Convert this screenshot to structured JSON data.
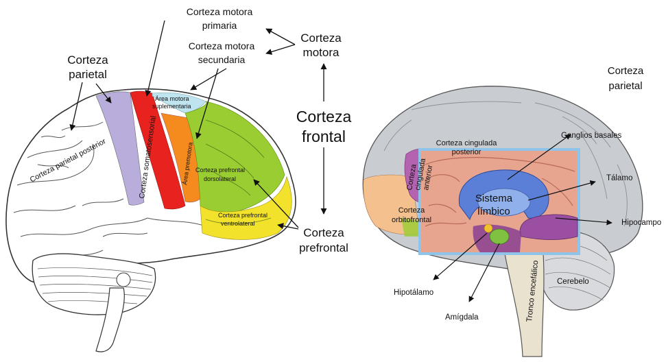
{
  "left_diagram": {
    "corteza_motora_primaria": [
      "Corteza motora",
      "primaria"
    ],
    "corteza_motora_secundaria": [
      "Corteza motora",
      "secundaria"
    ],
    "corteza_motora": [
      "Corteza",
      "motora"
    ],
    "corteza_parietal": [
      "Corteza",
      "parietal"
    ],
    "corteza_frontal": [
      "Corteza",
      "frontal"
    ],
    "corteza_prefrontal": [
      "Corteza",
      "prefrontal"
    ],
    "in_brain": {
      "parietal_posterior": "Corteza parietal posterior",
      "somatosensorial": "Corteza somatosensorial",
      "area_motora_suplementaria": [
        "Área motora",
        "suplementaria"
      ],
      "area_premotora": "Área premotora",
      "prefrontal_dorsolateral": [
        "Corteza prefrontal",
        "dorsolateral"
      ],
      "prefrontal_ventrolateral": [
        "Corteza prefrontal",
        "ventrolateral"
      ]
    }
  },
  "right_diagram": {
    "corteza_parietal": [
      "Corteza",
      "parietal"
    ],
    "ganglios_basales": "Ganglios basales",
    "talamo": "Tálamo",
    "hipocampo": "Hipocampo",
    "cerebelo": "Cerebelo",
    "tronco_encefalico": "Tronco encefálico",
    "amigdala": "Amígdala",
    "hipotalamo": "Hipotálamo",
    "corteza_orbitofrontal": [
      "Corteza",
      "orbitofrontal"
    ],
    "cingulada_posterior": [
      "Corteza cingulada",
      "posterior"
    ],
    "cingulada_anterior": [
      "Corteza",
      "cingulada",
      "anterior"
    ],
    "sistema_limbico": [
      "Sistema",
      "límbico"
    ]
  },
  "colors": {
    "somatosensorial": "#b9aedb",
    "motora_primaria": "#e8231f",
    "premotora": "#f58b1f",
    "suplementaria": "#bfe3ef",
    "dorsolateral": "#9acd32",
    "ventrolateral": "#f2e22c",
    "brain_gray": "#c9cdd2",
    "orbitofrontal": "#f4c08d",
    "limbic_box": "#8fc4ea",
    "limbic_tissue": "#e7a58f",
    "limbic_blue": "#5b7fd6",
    "hippocampus": "#9b4fa2",
    "amygdala": "#7fc241"
  }
}
